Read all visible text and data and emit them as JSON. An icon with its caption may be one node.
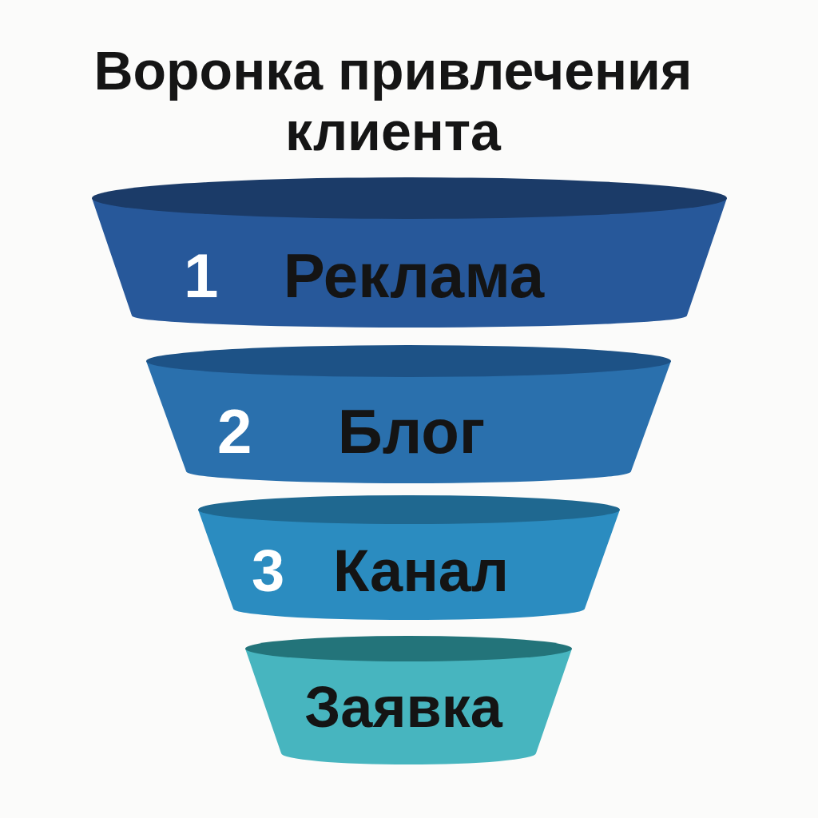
{
  "diagram": {
    "title": "Воронка привлечения клиента",
    "nodes": [
      {
        "text": [
          "1",
          "Реклама"
        ]
      },
      {
        "text": [
          "2",
          "Блог"
        ]
      },
      {
        "text": [
          "3",
          "Канал"
        ]
      },
      {
        "text": [
          "Заявка"
        ]
      }
    ]
  }
}
